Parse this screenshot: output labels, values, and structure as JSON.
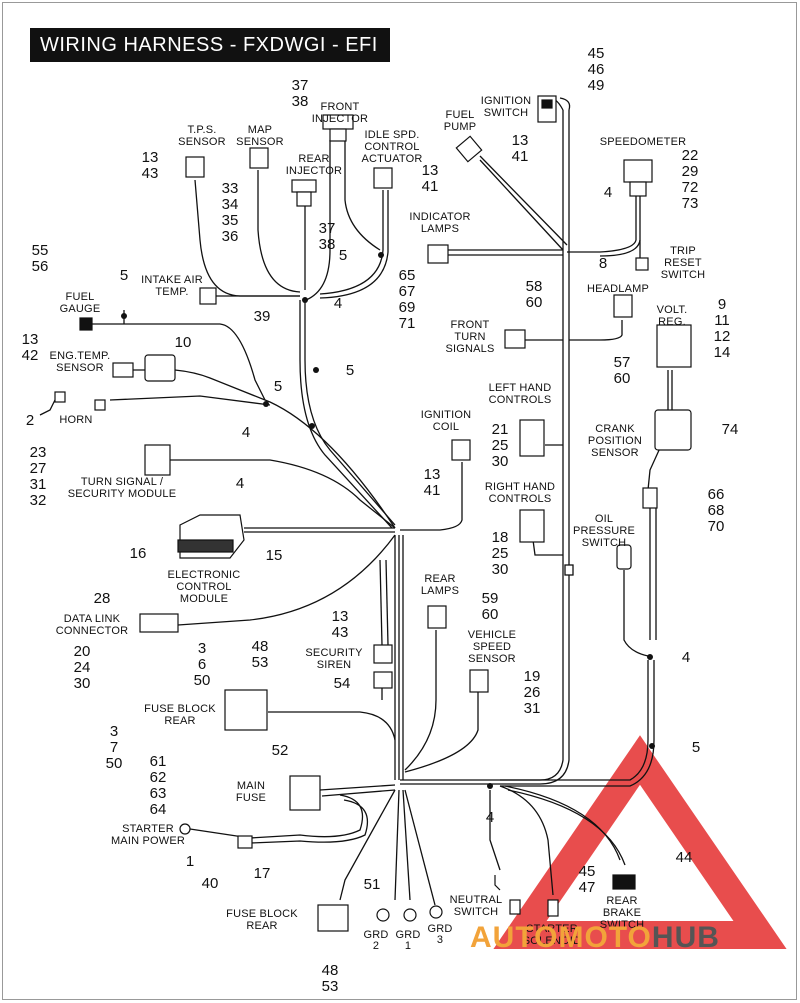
{
  "title": "WIRING HARNESS - FXDWGI - EFI",
  "watermark": {
    "part1": "AUTO",
    "part2": "MOTO",
    "part3": "HUB",
    "color_main": "#f2a33a",
    "color_hub": "#555555",
    "triangle_color": "#e63a3a"
  },
  "components": {
    "ignition_switch": {
      "name": "IGNITION\nSWITCH",
      "refs": "45\n46\n49"
    },
    "fuel_pump": {
      "name": "FUEL\nPUMP",
      "refs": "13\n41"
    },
    "speedometer": {
      "name": "SPEEDOMETER",
      "refs": "22\n29\n72\n73",
      "ref_left": "4"
    },
    "front_injector": {
      "name": "FRONT\nINJECTOR",
      "refs": "37\n38"
    },
    "idle_speed": {
      "name": "IDLE  SPD.\nCONTROL\nACTUATOR",
      "refs": "13\n41"
    },
    "tps_sensor": {
      "name": "T.P.S.\nSENSOR",
      "refs": "13\n43"
    },
    "map_sensor": {
      "name": "MAP\nSENSOR",
      "refs": "33\n34\n35\n36"
    },
    "rear_injector": {
      "name": "REAR\nINJECTOR",
      "refs": "37\n38"
    },
    "trip_reset": {
      "name": "TRIP\nRESET\nSWITCH",
      "ref": "8"
    },
    "indicator_lamps": {
      "name": "INDICATOR\nLAMPS",
      "refs": "65\n67\n69\n71",
      "ref5": "5"
    },
    "fuel_gauge": {
      "name": "FUEL\nGAUGE",
      "refs": "55\n56",
      "ref5": "5"
    },
    "intake_air": {
      "name": "INTAKE AIR\nTEMP.",
      "ref": "39",
      "ref4": "4"
    },
    "headlamp": {
      "name": "HEADLAMP",
      "refs": "57\n60"
    },
    "front_turn": {
      "name": "FRONT\nTURN\nSIGNALS",
      "refs": "58\n60"
    },
    "volt_reg": {
      "name": "VOLT.\nREG.",
      "refs": "9\n11\n12\n14"
    },
    "eng_temp": {
      "name": "ENG.TEMP.\nSENSOR",
      "refs": "13\n42",
      "ref10": "10",
      "ref5": "5"
    },
    "horn": {
      "name": "HORN",
      "ref": "2",
      "ref4": "4",
      "ref5": "5"
    },
    "left_hand": {
      "name": "LEFT HAND\nCONTROLS",
      "refs": "21\n25\n30"
    },
    "ignition_coil": {
      "name": "IGNITION\nCOIL",
      "refs": "13\n41"
    },
    "part74": {
      "ref": "74"
    },
    "turn_signal_module": {
      "name": "TURN SIGNAL /\nSECURITY MODULE",
      "refs": "23\n27\n31\n32"
    },
    "crank_sensor": {
      "name": "CRANK\nPOSITION\nSENSOR",
      "refs": "66\n68\n70"
    },
    "right_hand": {
      "name": "RIGHT HAND\nCONTROLS",
      "refs": "18\n25\n30"
    },
    "oil_pressure": {
      "name": "OIL\nPRESSURE\nSWITCH"
    },
    "ecm": {
      "name": "ELECTRONIC\nCONTROL\nMODULE",
      "ref4": "4",
      "ref16": "16",
      "ref15": "15"
    },
    "data_link": {
      "name": "DATA LINK\nCONNECTOR",
      "ref28": "28",
      "refs": "20\n24\n30"
    },
    "rear_lamps": {
      "name": "REAR\nLAMPS",
      "refs": "59\n60"
    },
    "security_siren": {
      "name": "SECURITY\nSIREN",
      "refs": "13\n43",
      "ref54": "54"
    },
    "vss": {
      "name": "VEHICLE\nSPEED\nSENSOR",
      "refs": "19\n26\n31"
    },
    "fuse_block_rear_top": {
      "name": "FUSE BLOCK\nREAR",
      "refs_top": "3\n6\n50",
      "refs_top2": "48\n53",
      "refs_bottom": "3\n7\n50",
      "ref52": "52"
    },
    "main_fuse": {
      "name": "MAIN\nFUSE",
      "refs": "61\n62\n63\n64"
    },
    "starter_main": {
      "name": "STARTER\nMAIN POWER",
      "ref1": "1",
      "ref40": "40",
      "ref17": "17"
    },
    "right_junctions": {
      "ref4a": "4",
      "ref5a": "5",
      "ref4b": "4"
    },
    "fuse_block_rear_bottom": {
      "name": "FUSE BLOCK\nREAR",
      "ref51": "51",
      "refs": "48\n53"
    },
    "grounds": {
      "grd2": "GRD\n2",
      "grd1": "GRD\n1",
      "grd3": "GRD\n3"
    },
    "neutral_switch": {
      "name": "NEUTRAL\nSWITCH"
    },
    "starter_solenoid": {
      "name": "STARTER\nSOLENOID",
      "refs": "45\n47"
    },
    "rear_brake": {
      "name": "REAR\nBRAKE\nSWITCH",
      "ref44": "44"
    }
  }
}
